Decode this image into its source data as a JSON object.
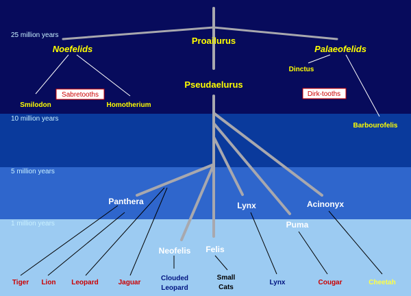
{
  "colors": {
    "band_top": "#070b5c",
    "band_mid": "#0a3a9c",
    "band_low": "#2f66cc",
    "band_bottom": "#9ccbf2",
    "trunk": "#a8a8ae",
    "time_label": "#c8f0ff",
    "yellow": "#ffff00",
    "white": "#ffffff",
    "red": "#cc0000",
    "navy": "#001480",
    "black": "#000000",
    "pale_yellow": "#ffff44"
  },
  "time_labels": {
    "t25": "25 million years",
    "t10": "10  million years",
    "t5": "5  million years",
    "t1": "1  million years"
  },
  "nodes": {
    "proailurus": "Proailurus",
    "pseudaelurus": "Pseudaelurus",
    "noefelids": "Noefelids",
    "palaeofelids": "Palaeofelids",
    "dinctus": "Dinctus",
    "barbourofelis": "Barbourofelis",
    "smilodon": "Smilodon",
    "homotherium": "Homotherium",
    "sabretooths": "Sabretooths",
    "dirk_tooths": "Dirk-tooths",
    "panthera": "Panthera",
    "lynx_node": "Lynx",
    "acinonyx": "Acinonyx",
    "puma": "Puma",
    "neofelis": "Neofelis",
    "felis": "Felis"
  },
  "species": {
    "tiger": "Tiger",
    "lion": "Lion",
    "leopard": "Leopard",
    "jaguar": "Jaguar",
    "clouded_1": "Clouded",
    "clouded_2": "Leopard",
    "small_1": "Small",
    "small_2": "Cats",
    "lynx": "Lynx",
    "cougar": "Cougar",
    "cheetah": "Cheetah"
  }
}
